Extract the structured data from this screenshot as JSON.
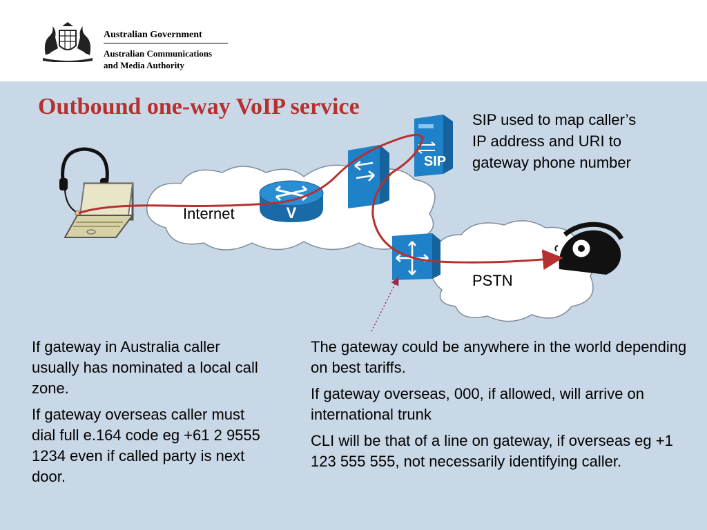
{
  "header": {
    "gov_name": "Australian Government",
    "agency_lines": [
      "Australian Communications",
      "and Media Authority"
    ]
  },
  "title": "Outbound one-way VoIP service",
  "diagram": {
    "sip_note_lines": [
      "SIP used to map caller’s",
      "IP address and URI to",
      "gateway phone number"
    ],
    "sip_label": "SIP",
    "internet_label": "Internet",
    "pstn_label": "PSTN",
    "router_label": "V",
    "call_path_color": "#b5302e",
    "device_color": "#1e7bc0"
  },
  "left_text": [
    "If gateway in Australia caller usually has nominated a local call zone.",
    "If gateway overseas caller must dial full e.164 code eg +61 2 9555 1234 even if called party is next door."
  ],
  "right_text": [
    "The gateway could be anywhere in the world depending on best tariffs.",
    "If gateway overseas, 000, if allowed, will arrive on international trunk",
    "CLI will be that of a line on gateway, if overseas eg +1 123 555 555, not necessarily identifying caller."
  ]
}
